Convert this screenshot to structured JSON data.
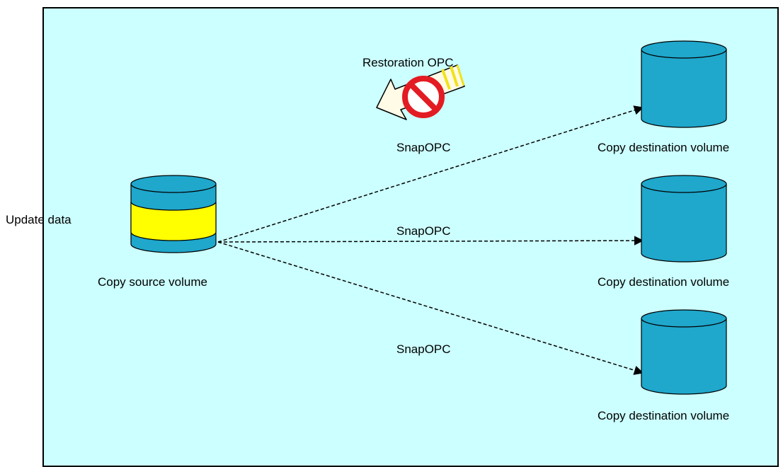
{
  "diagram": {
    "update_data_label": "Update data",
    "source_volume_label": "Copy source volume",
    "restoration_label": "Restoration OPC",
    "copies": [
      {
        "arrow_label": "SnapOPC",
        "dest_label": "Copy destination volume"
      },
      {
        "arrow_label": "SnapOPC",
        "dest_label": "Copy destination volume"
      },
      {
        "arrow_label": "SnapOPC",
        "dest_label": "Copy destination volume"
      }
    ]
  },
  "colors": {
    "panel_background": "#ccffff",
    "cylinder_fill": "#1fa7cc",
    "update_band_fill": "#ffff00",
    "prohibited_sign": "#e31b23",
    "arrow_outline_fill": "#fffbe6"
  },
  "icons": {
    "source": "database-cylinder-icon",
    "destination": "database-cylinder-icon",
    "restoration": "prohibited-arrow-icon"
  }
}
